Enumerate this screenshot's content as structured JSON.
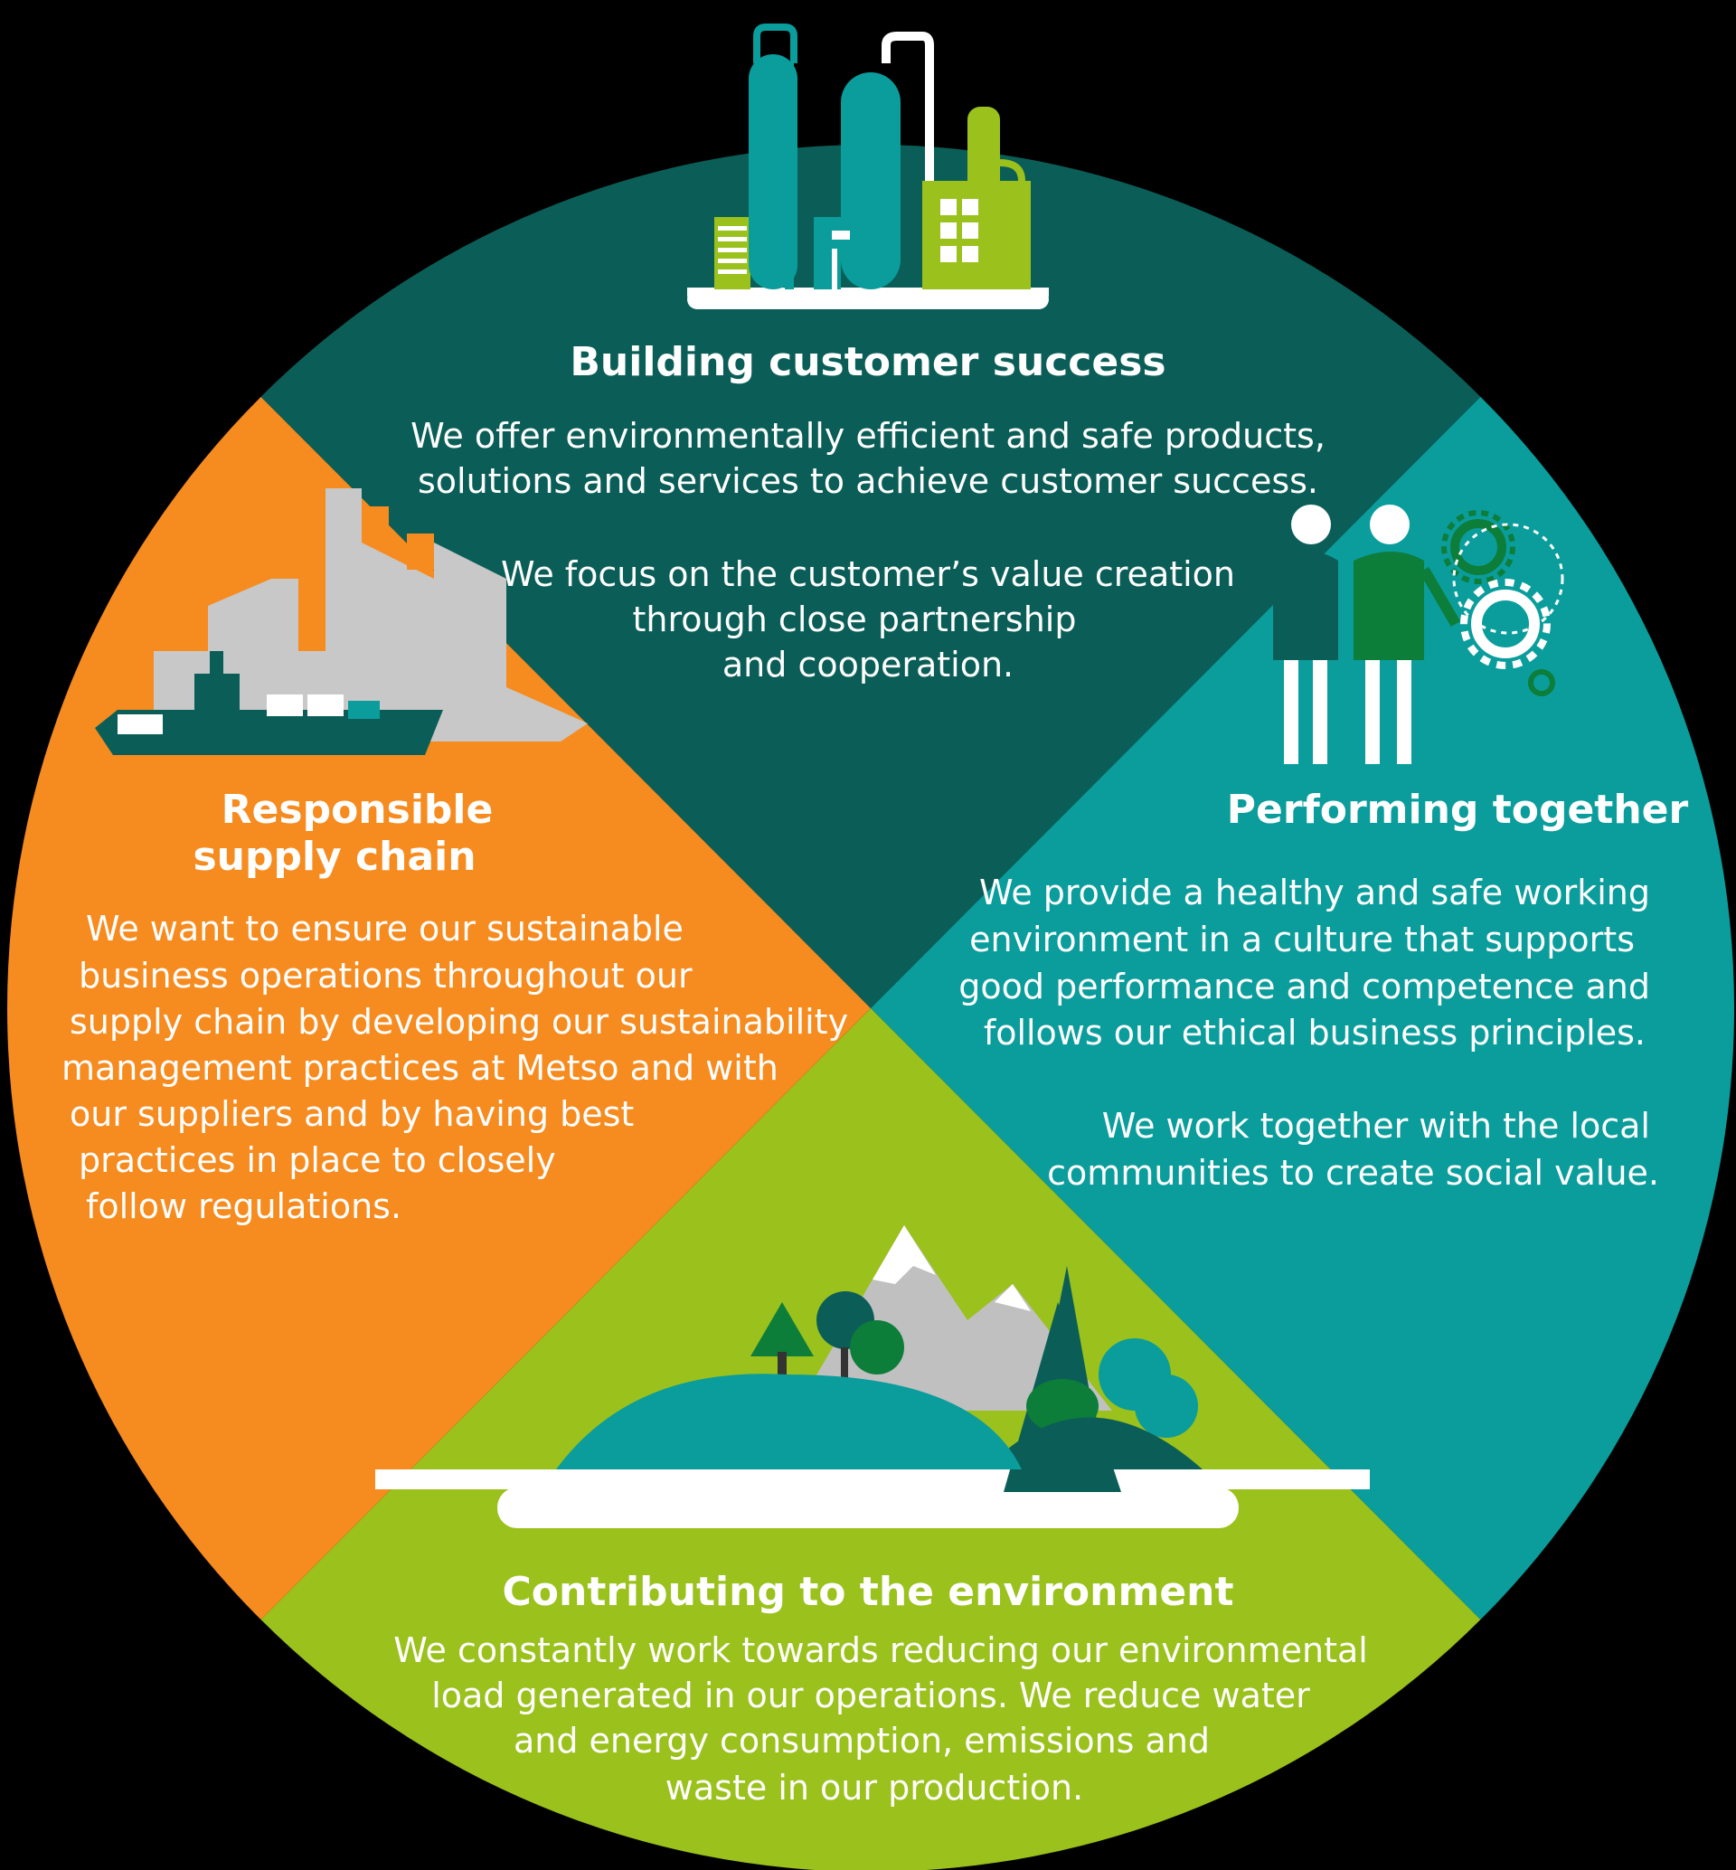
{
  "colors": {
    "background": "#000000",
    "top_segment": "#0b5e57",
    "right_segment": "#0a9d9c",
    "bottom_segment": "#9ac11c",
    "left_segment": "#f68b1f"
  },
  "segments": {
    "top": {
      "title": "Building customer success",
      "lines": [
        "We offer environmentally efficient and safe products,",
        "solutions and services to achieve customer success.",
        "",
        "We focus on the customer’s value creation",
        "through close partnership",
        "and cooperation."
      ],
      "icon": "refinery-icon"
    },
    "right": {
      "title": "Performing together",
      "lines": [
        "We provide a healthy and safe working",
        "environment in a culture that supports",
        "good performance and competence and",
        "follows our ethical business principles.",
        "",
        "We work together with the local",
        "communities to create social value."
      ],
      "icon": "people-gears-icon"
    },
    "left": {
      "title_lines": [
        "Responsible",
        "supply chain"
      ],
      "lines": [
        "We want to ensure our sustainable",
        "business operations throughout our",
        "supply chain by developing our sustainability",
        "management practices at Metso and with",
        "our suppliers and by having best",
        "practices in place to closely",
        "follow regulations."
      ],
      "icon": "ship-factory-icon"
    },
    "bottom": {
      "title": "Contributing to the environment",
      "lines": [
        "We constantly work towards reducing our environmental",
        "load generated in our operations. We reduce water",
        "and energy consumption, emissions and",
        "waste in our production."
      ],
      "icon": "landscape-icon"
    }
  }
}
